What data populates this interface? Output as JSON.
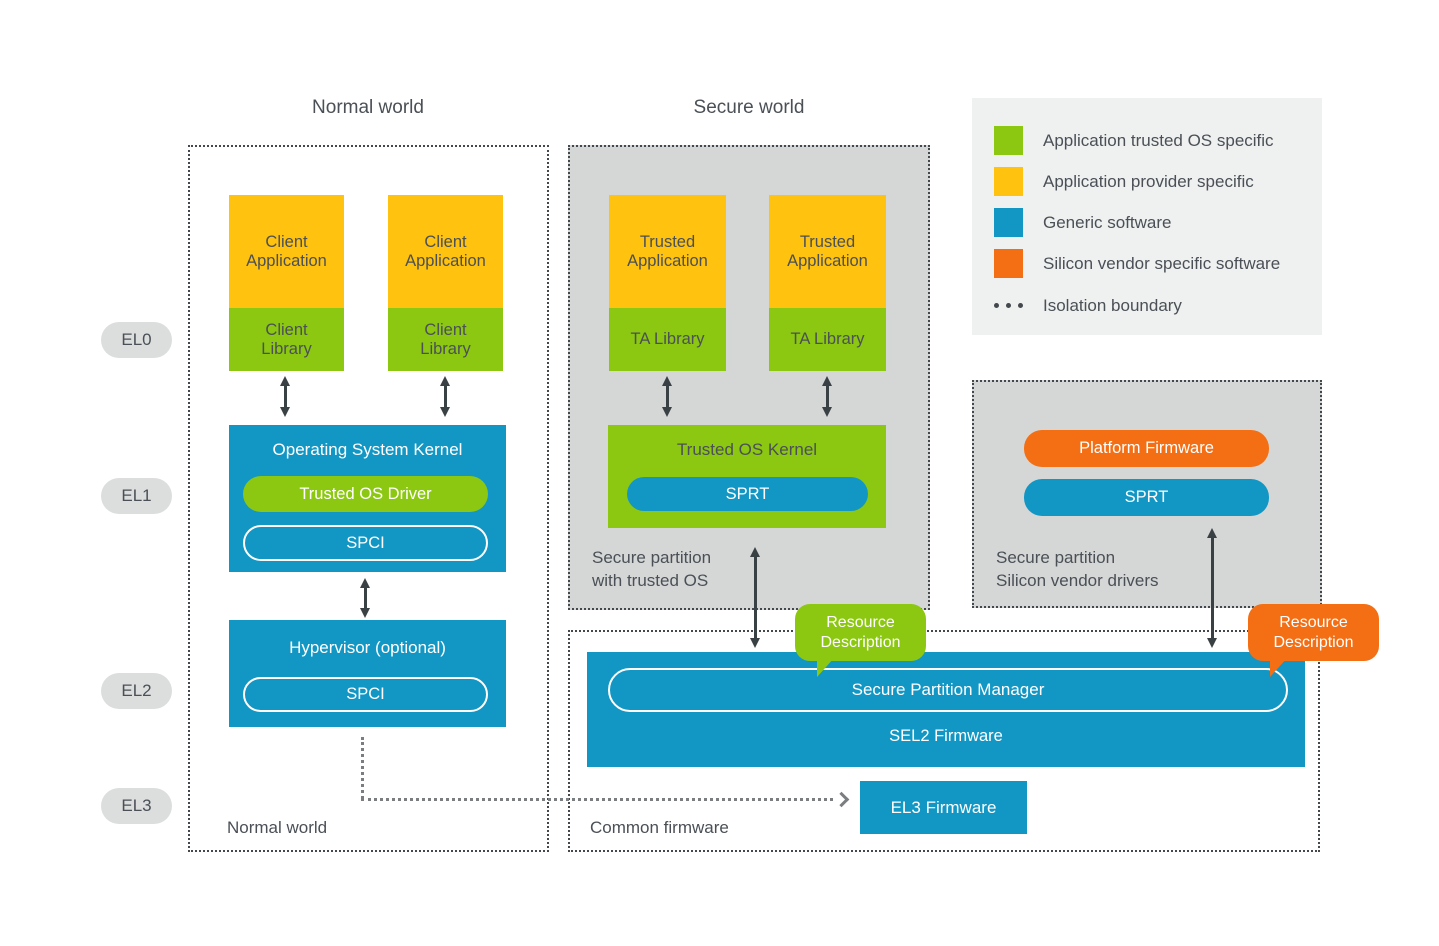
{
  "titles": {
    "normal_world": "Normal world",
    "secure_world": "Secure world"
  },
  "el_levels": [
    "EL0",
    "EL1",
    "EL2",
    "EL3"
  ],
  "legend": {
    "items": [
      {
        "label": "Application trusted OS specific",
        "color": "#8CC811"
      },
      {
        "label": "Application provider specific",
        "color": "#FFC20E"
      },
      {
        "label": "Generic software",
        "color": "#1297C5"
      },
      {
        "label": "Silicon vendor specific software",
        "color": "#F46E14"
      }
    ],
    "isolation_label": "Isolation boundary"
  },
  "normal_world": {
    "stacks": [
      {
        "app": "Client Application",
        "lib": "Client Library"
      },
      {
        "app": "Client Application",
        "lib": "Client Library"
      }
    ],
    "os_kernel": {
      "title": "Operating System Kernel",
      "driver": "Trusted OS Driver",
      "interface": "SPCI"
    },
    "hypervisor": {
      "title": "Hypervisor (optional)",
      "interface": "SPCI"
    },
    "bottom_label": "Normal world"
  },
  "secure_world": {
    "stacks": [
      {
        "app": "Trusted Application",
        "lib": "TA Library"
      },
      {
        "app": "Trusted Application",
        "lib": "TA Library"
      }
    ],
    "trusted_os_kernel": {
      "title": "Trusted OS Kernel",
      "interface": "SPRT"
    },
    "partition_label": {
      "line1": "Secure partition",
      "line2": "with trusted OS"
    }
  },
  "vendor_partition": {
    "platform_firmware": "Platform Firmware",
    "interface": "SPRT",
    "partition_label": {
      "line1": "Secure partition",
      "line2": "Silicon vendor drivers"
    }
  },
  "firmware": {
    "spm": "Secure Partition Manager",
    "sel2": "SEL2 Firmware",
    "el3": "EL3 Firmware",
    "bottom_label": "Common firmware"
  },
  "callouts": {
    "trusted_os": {
      "label": "Resource Description",
      "color": "#8CC811"
    },
    "vendor": {
      "label": "Resource Description",
      "color": "#F46E14"
    }
  },
  "colors": {
    "yellow": "#FFC20E",
    "green": "#8CC811",
    "blue": "#1297C5",
    "orange": "#F46E14",
    "panel_gray": "#D5D6D6",
    "legend_bg": "#EFF0F0",
    "el_pill": "#DCDDDD",
    "text_dark": "#4A5056",
    "boundary": "#43484C",
    "arrow": "#3A4145"
  }
}
